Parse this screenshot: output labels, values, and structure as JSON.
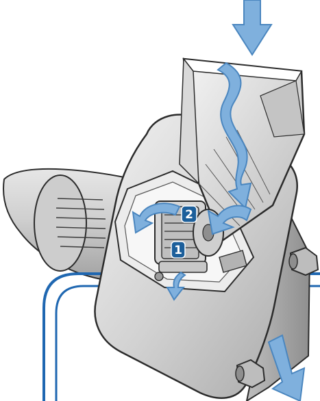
{
  "diagram": {
    "callouts": [
      {
        "id": "callout-1",
        "label": "1"
      },
      {
        "id": "callout-2",
        "label": "2"
      }
    ],
    "colors": {
      "flow_arrow": "#7fb0dd",
      "flow_arrow_stroke": "#4a86bf",
      "callout_badge": "#1c5f9b",
      "frame_line": "#1f67b1",
      "metal_light": "#e9e9e9",
      "metal_mid": "#c9c9c9",
      "metal_dark": "#9a9a9a",
      "outline": "#2b2b2b"
    },
    "icons": {
      "airflow_arrows": "airflow-arrow-icon",
      "callouts": "number-badge-icon",
      "knobs": "thumb-screw-icon"
    }
  }
}
